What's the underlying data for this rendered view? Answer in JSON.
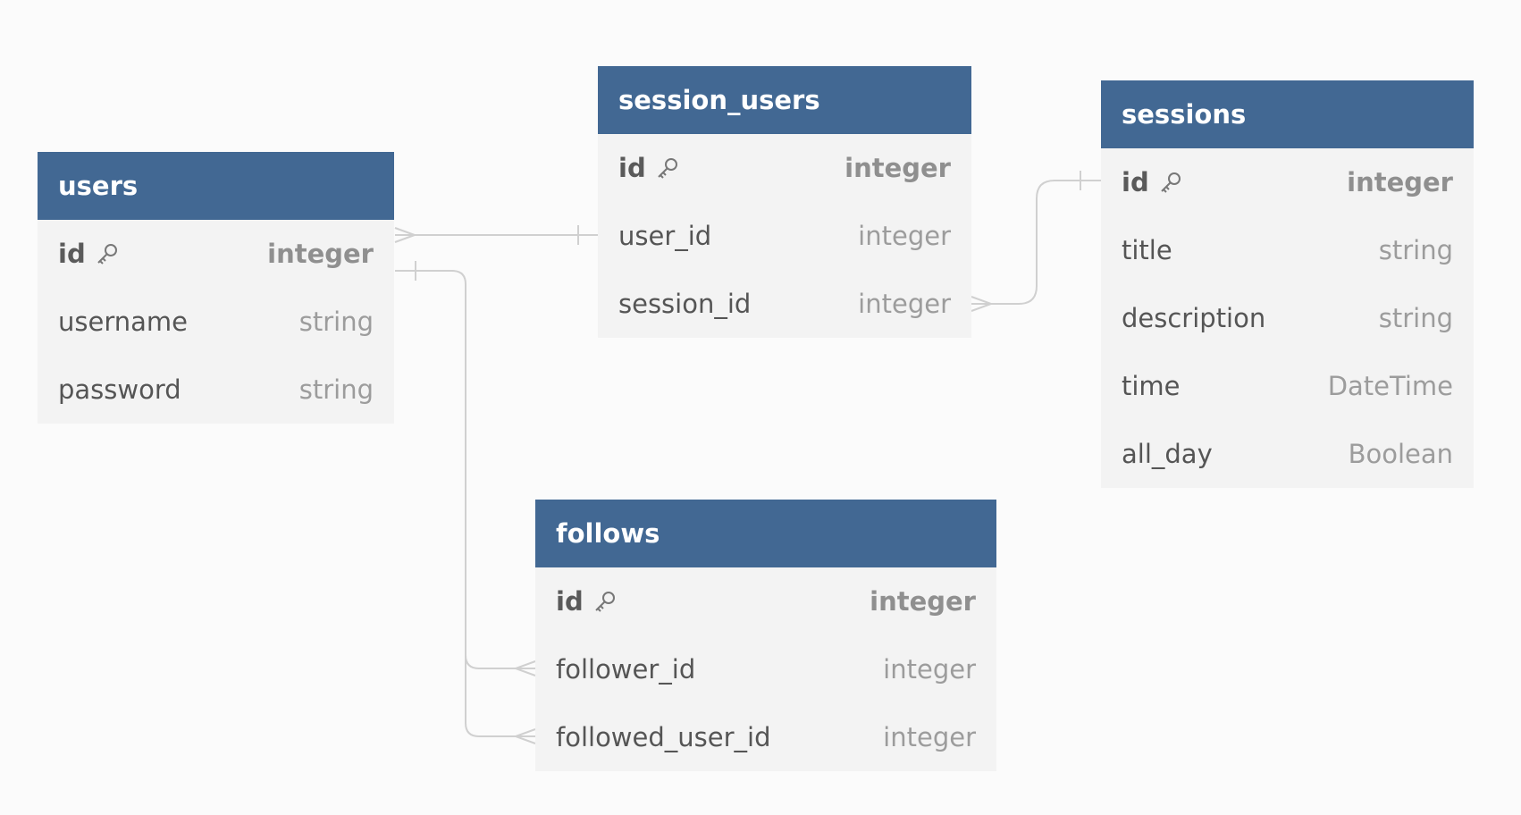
{
  "tables": {
    "users": {
      "name": "users",
      "fields": [
        {
          "name": "id",
          "type": "integer",
          "pk": true,
          "icon": "key-icon"
        },
        {
          "name": "username",
          "type": "string"
        },
        {
          "name": "password",
          "type": "string"
        }
      ]
    },
    "session_users": {
      "name": "session_users",
      "fields": [
        {
          "name": "id",
          "type": "integer",
          "pk": true,
          "icon": "key-icon"
        },
        {
          "name": "user_id",
          "type": "integer"
        },
        {
          "name": "session_id",
          "type": "integer"
        }
      ]
    },
    "sessions": {
      "name": "sessions",
      "fields": [
        {
          "name": "id",
          "type": "integer",
          "pk": true,
          "icon": "key-icon"
        },
        {
          "name": "title",
          "type": "string"
        },
        {
          "name": "description",
          "type": "string"
        },
        {
          "name": "time",
          "type": "DateTime"
        },
        {
          "name": "all_day",
          "type": "Boolean"
        }
      ]
    },
    "follows": {
      "name": "follows",
      "fields": [
        {
          "name": "id",
          "type": "integer",
          "pk": true,
          "icon": "key-icon"
        },
        {
          "name": "follower_id",
          "type": "integer"
        },
        {
          "name": "followed_user_id",
          "type": "integer"
        }
      ]
    }
  },
  "relationships": [
    {
      "from": "users.id",
      "to": "session_users.user_id",
      "from_cardinality": "many",
      "to_cardinality": "one"
    },
    {
      "from": "sessions.id",
      "to": "session_users.session_id",
      "from_cardinality": "one",
      "to_cardinality": "many"
    },
    {
      "from": "users.id",
      "to": "follows.follower_id",
      "from_cardinality": "one",
      "to_cardinality": "many"
    },
    {
      "from": "users.id",
      "to": "follows.followed_user_id",
      "from_cardinality": "one",
      "to_cardinality": "many"
    }
  ],
  "colors": {
    "header": "#426893",
    "header_text": "#ffffff",
    "table_body": "#f3f3f3",
    "connector": "#d0d0d0",
    "background": "#fbfbfb"
  }
}
